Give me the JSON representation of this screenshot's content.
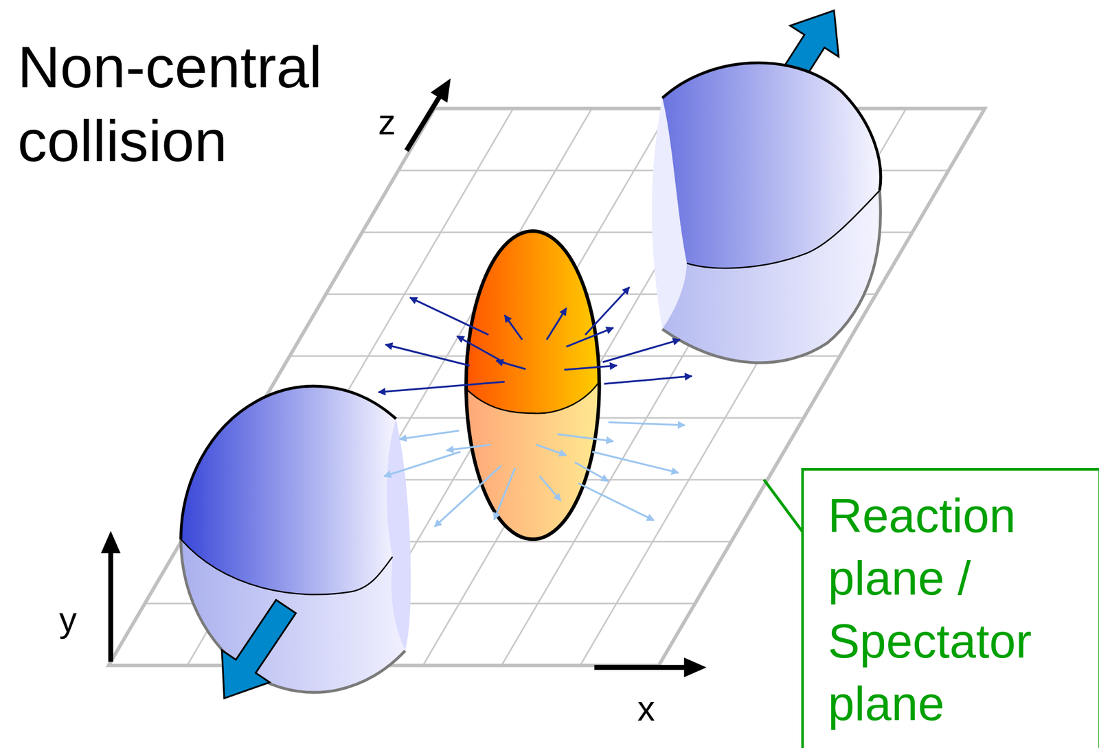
{
  "diagram": {
    "title": "Non-central collision",
    "nodes": [
      {
        "text": [
          "Reaction plane / Spectator plane"
        ]
      }
    ],
    "labels": [
      "z",
      "y",
      "x"
    ]
  }
}
